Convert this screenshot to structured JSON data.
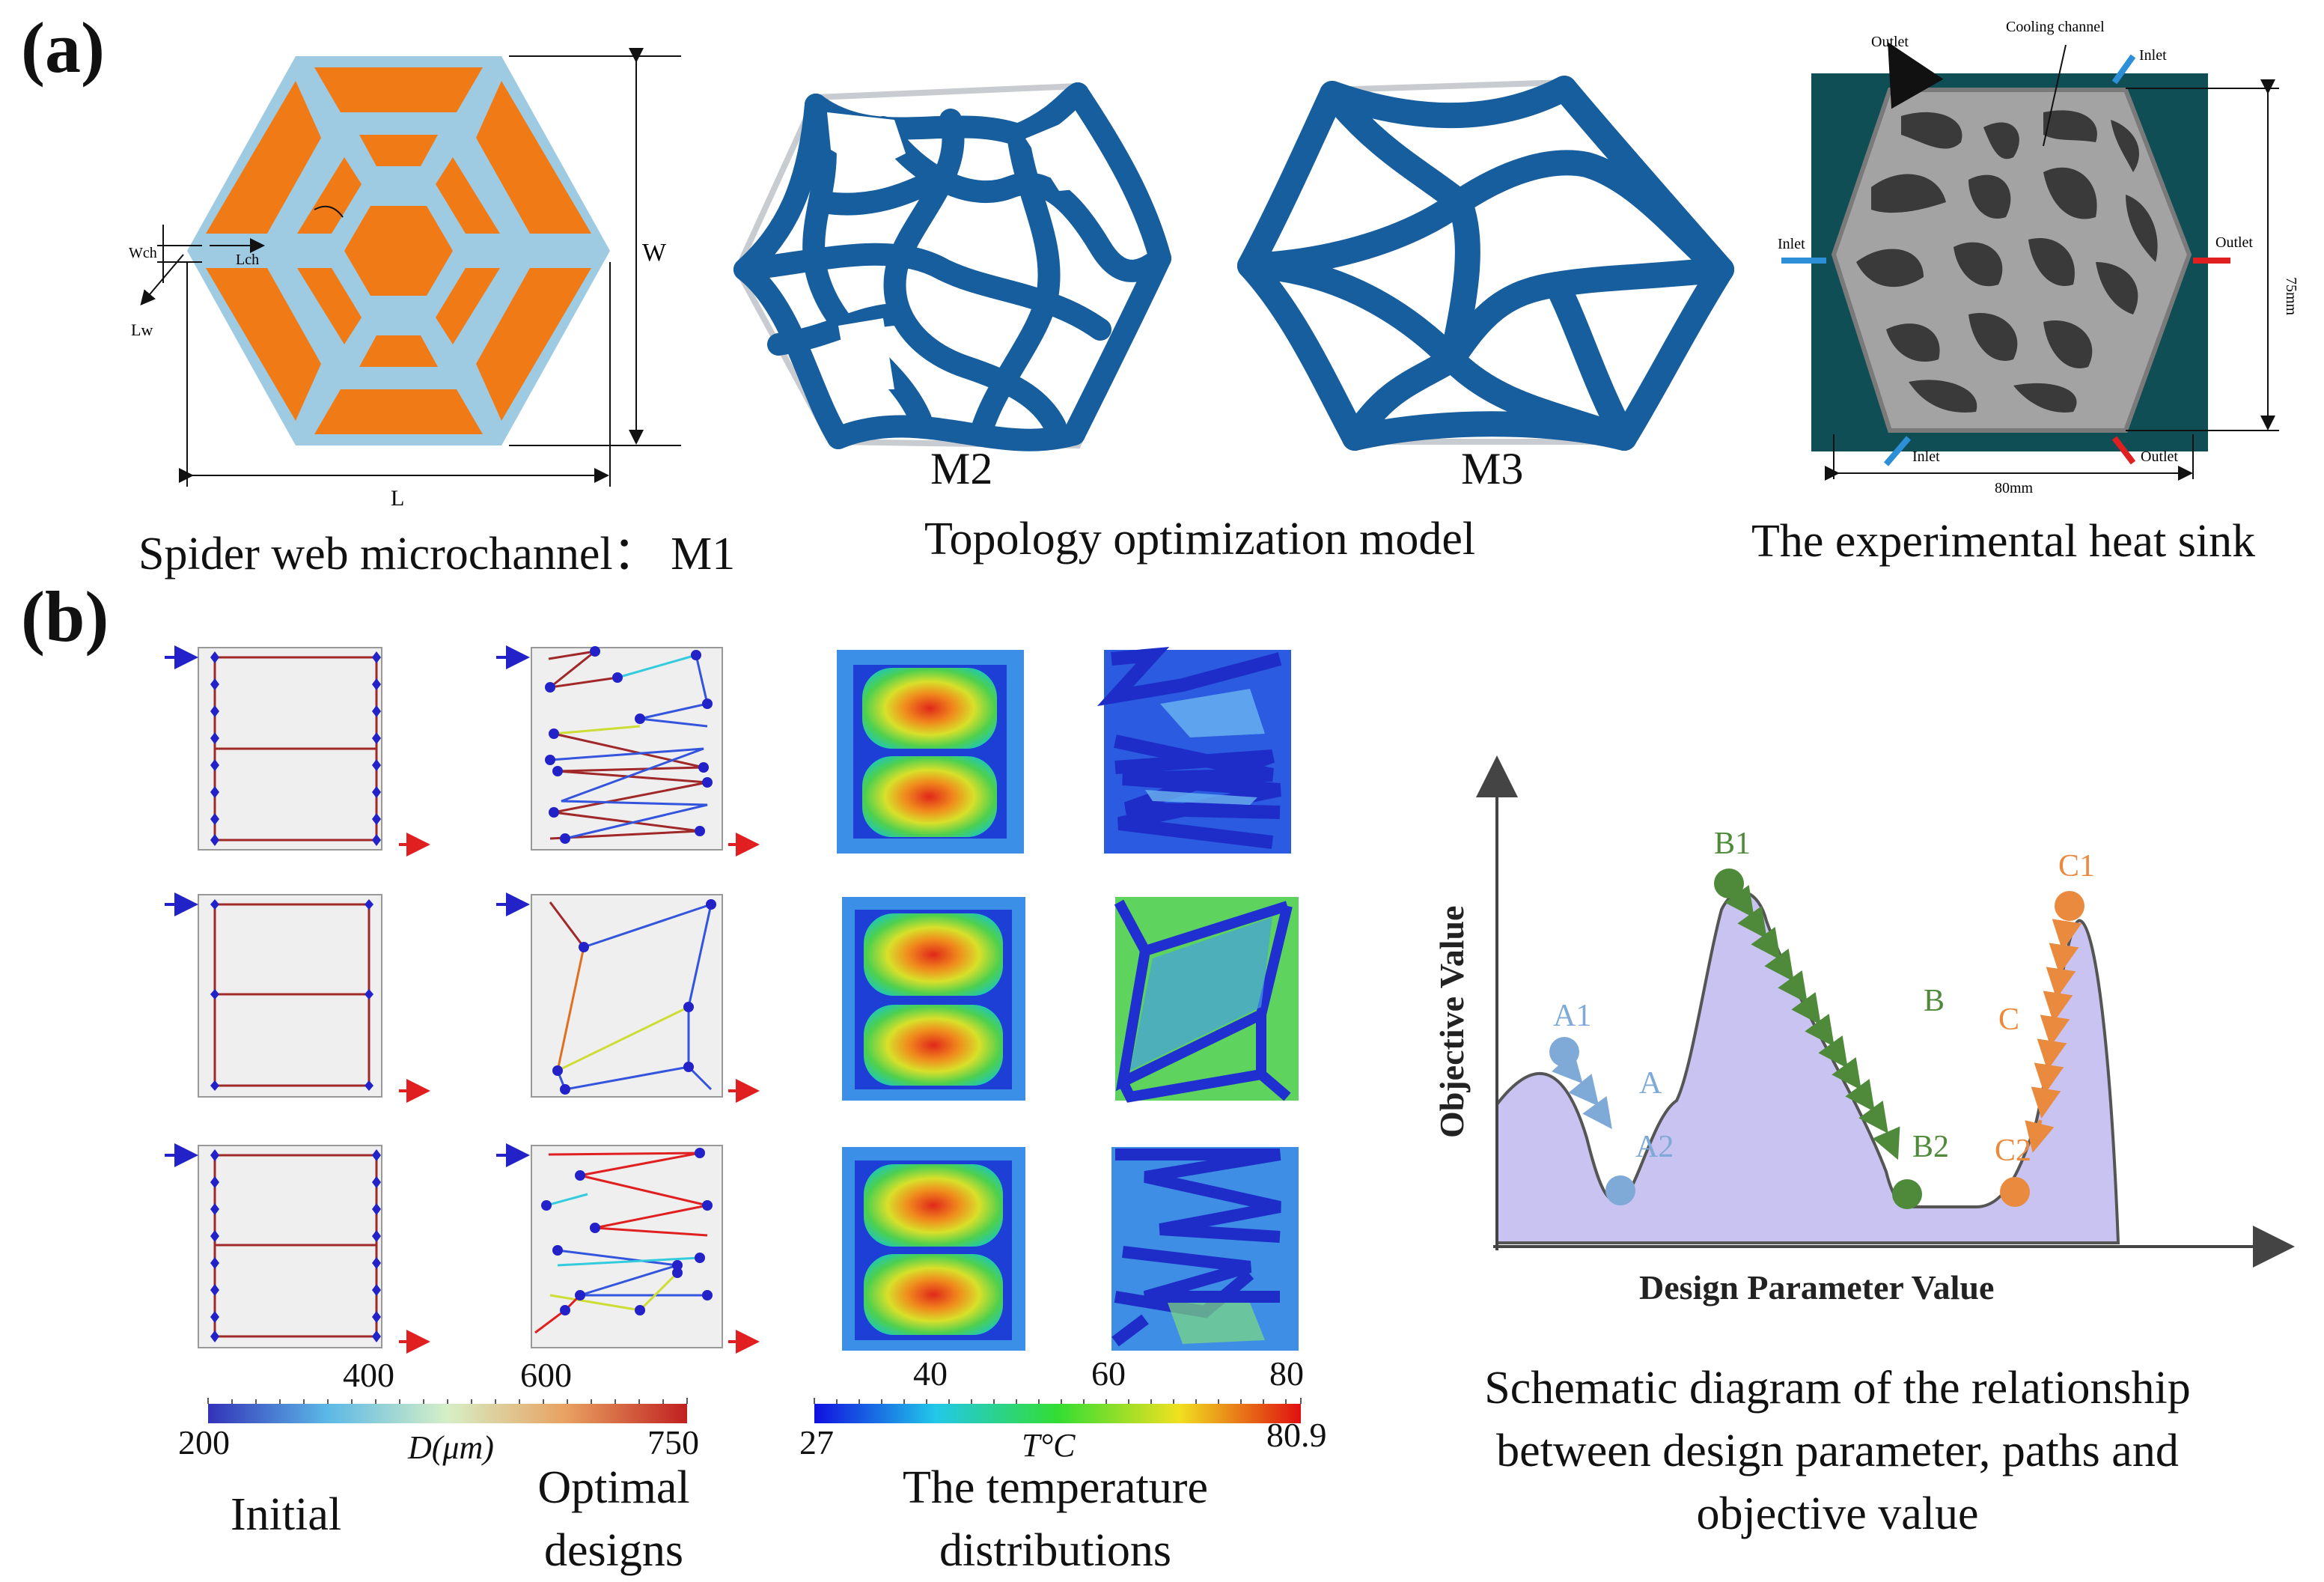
{
  "panel_a": {
    "label": "(a)",
    "m1": {
      "dims": {
        "wch": "Wch",
        "lch": "Lch",
        "lw": "Lw",
        "w": "W",
        "l": "L"
      },
      "caption": "Spider web microchannel： M1",
      "colors": {
        "orange": "#F07A15",
        "blue": "#9FCBE2"
      }
    },
    "topology": {
      "m2_label": "M2",
      "m3_label": "M3",
      "caption": "Topology optimization model",
      "color": "#175E9E"
    },
    "experimental": {
      "labels": {
        "outlet_top": "Outlet",
        "cooling_channel": "Cooling channel",
        "inlet_top": "Inlet",
        "inlet_left": "Inlet",
        "outlet_right": "Outlet",
        "inlet_bottom": "Inlet",
        "outlet_bottom": "Outlet",
        "height": "75mm",
        "width": "80mm"
      },
      "caption": "The experimental heat sink"
    }
  },
  "panel_b": {
    "label": "(b)",
    "colorbar_d": {
      "min": "200",
      "max": "750",
      "ticks": [
        "400",
        "600"
      ],
      "label": "D(μm)"
    },
    "colorbar_t": {
      "min": "27",
      "max": "80.9",
      "ticks": [
        "40",
        "60",
        "80"
      ],
      "label": "T°C"
    },
    "col_captions": {
      "initial": "Initial",
      "optimal": "Optimal designs",
      "temperature": "The temperature distributions"
    },
    "schematic": {
      "y_axis": "Objective Value",
      "x_axis": "Design Parameter Value",
      "points": {
        "a1": "A1",
        "a": "A",
        "a2": "A2",
        "b1": "B1",
        "b": "B",
        "b2": "B2",
        "c1": "C1",
        "c": "C",
        "c2": "C2"
      },
      "colors": {
        "a": "#7FA9D6",
        "b": "#4E8A3A",
        "c": "#E98A3F",
        "fill": "#C9C3F2"
      },
      "caption": "Schematic diagram of the relationship between design parameter, paths and objective value"
    }
  }
}
